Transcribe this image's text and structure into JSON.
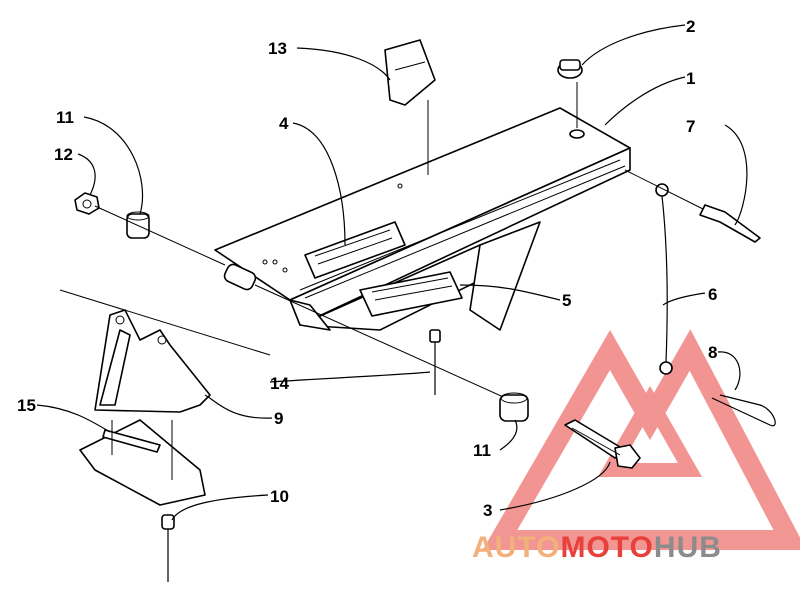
{
  "callouts": {
    "c1": "1",
    "c2": "2",
    "c3": "3",
    "c4": "4",
    "c5": "5",
    "c6": "6",
    "c7": "7",
    "c8": "8",
    "c9": "9",
    "c10": "10",
    "c11a": "11",
    "c11b": "11",
    "c12": "12",
    "c13": "13",
    "c14": "14",
    "c15": "15"
  },
  "watermark": {
    "part1": "AUTO",
    "part2": "MOTO",
    "part3": "HUB",
    "color_light": "#f2b07a",
    "color_red": "#e8403a",
    "color_gray": "#8c8c8c"
  }
}
